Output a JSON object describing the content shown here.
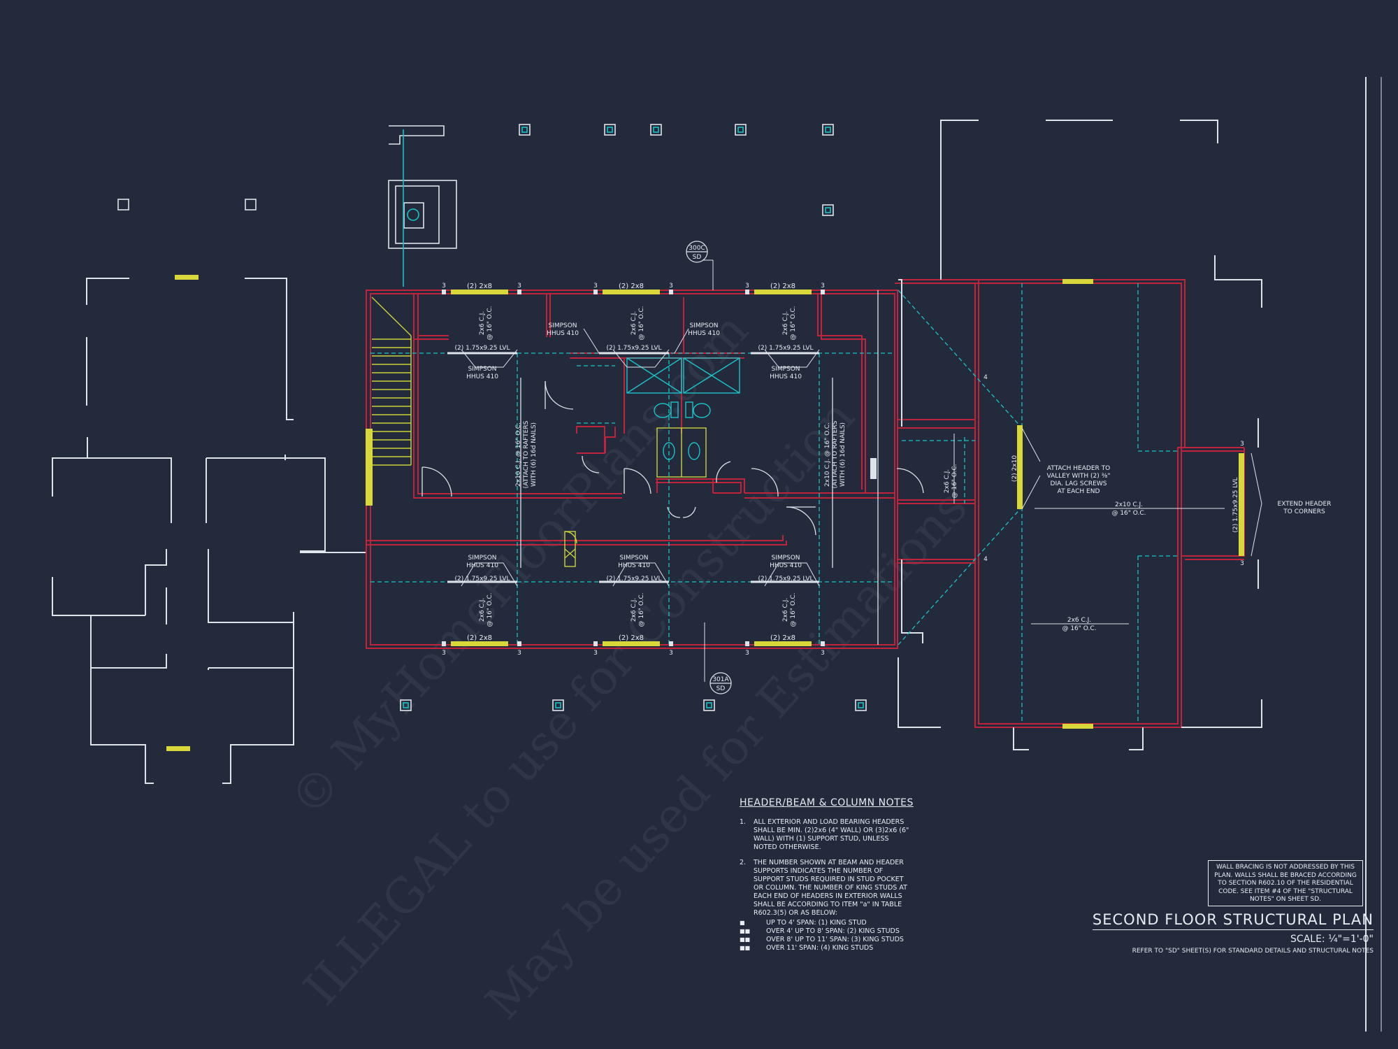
{
  "colors": {
    "background": "#232a3c",
    "wall": "#c0243a",
    "outline": "#dfe3ea",
    "dashed": "#19c3c8",
    "header": "#d8d83a",
    "stair": "#c9d23c"
  },
  "watermark": {
    "line1": "© MyHomeFloorPlans.com",
    "line2": "ILLEGAL to use for Construction",
    "line3": "May be used for Estimations"
  },
  "plan": {
    "headers_top": [
      "(2) 2x8",
      "(2) 2x8",
      "(2) 2x8"
    ],
    "headers_bottom": [
      "(2) 2x8",
      "(2) 2x8",
      "(2) 2x8"
    ],
    "lvl_beam_label": "(2) 1.75x9.25 LVL",
    "hanger_label_1": "SIMPSON",
    "hanger_label_2": "HHUS 410",
    "cj_2x6_1": "2x6 C.J.",
    "cj_2x6_2": "@ 16\" O.C.",
    "cj_2x10_1": "2x10 C.J. @ 16\" O.C.",
    "cj_2x10_2": "(ATTACH TO RAFTERS",
    "cj_2x10_3": "WITH (6) 16d NAILS)",
    "stud_count": "3",
    "stud_count_4": "4",
    "detail_top_id": "300C",
    "detail_top_sheet": "SD",
    "detail_bottom_id": "301A",
    "detail_bottom_sheet": "SD",
    "valley_header": "(2) 2x10",
    "attach_note_1": "ATTACH HEADER TO",
    "attach_note_2": "VALLEY WITH (2) ⅜\"",
    "attach_note_3": "DIA. LAG SCREWS",
    "attach_note_4": "AT EACH END",
    "garage_cj_2x10_1": "2x10 C.J.",
    "garage_cj_2x10_2": "@ 16\" O.C.",
    "garage_cj_2x6_1": "2x6 C.J.",
    "garage_cj_2x6_2": "@ 16\" O.C.",
    "east_lvl": "(2) 1.75x9.25 LVL",
    "extend_note_1": "EXTEND HEADER",
    "extend_note_2": "TO CORNERS"
  },
  "notes": {
    "title": "HEADER/BEAM & COLUMN NOTES",
    "item1_num": "1.",
    "item1_text": "ALL EXTERIOR AND LOAD BEARING HEADERS SHALL BE MIN. (2)2x6 (4\" WALL) OR (3)2x6 (6\" WALL) WITH (1) SUPPORT STUD, UNLESS NOTED OTHERWISE.",
    "item2_num": "2.",
    "item2_text": "THE NUMBER SHOWN AT BEAM AND HEADER SUPPORTS INDICATES THE NUMBER OF SUPPORT STUDS REQUIRED IN STUD POCKET OR COLUMN. THE NUMBER OF KING STUDS AT EACH END OF HEADERS IN EXTERIOR WALLS SHALL BE ACCORDING TO ITEM \"a\" IN TABLE R602.3(5) OR AS BELOW:",
    "sub": [
      {
        "bullet": "■",
        "text": "UP TO 4' SPAN: (1) KING STUD"
      },
      {
        "bullet": "■■",
        "text": "OVER 4' UP TO 8' SPAN: (2) KING STUDS"
      },
      {
        "bullet": "■■",
        "text": "OVER 8' UP TO 11' SPAN: (3) KING STUDS"
      },
      {
        "bullet": "■■",
        "text": "OVER 11' SPAN: (4) KING STUDS"
      }
    ]
  },
  "bracing_note": "WALL BRACING IS NOT ADDRESSED BY THIS PLAN. WALLS SHALL BE BRACED ACCORDING TO SECTION R602.10 OF THE RESIDENTIAL CODE. SEE ITEM #4 OF THE \"STRUCTURAL NOTES\" ON SHEET SD.",
  "title_block": {
    "title": "SECOND FLOOR STRUCTURAL PLAN",
    "scale": "SCALE: ¼\"=1'-0\"",
    "refer": "REFER TO \"SD\" SHEET(S) FOR STANDARD DETAILS AND STRUCTURAL NOTES"
  }
}
